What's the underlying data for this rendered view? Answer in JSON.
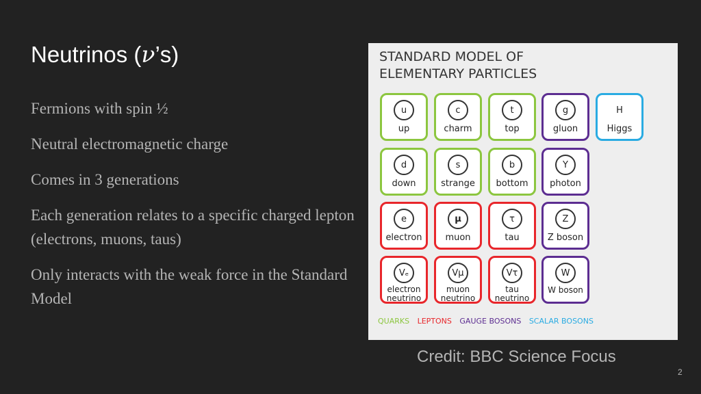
{
  "slide": {
    "title_main": "Neutrinos (",
    "title_symbol": "ν",
    "title_end": "’s)",
    "bullets": [
      "Fermions with spin ½",
      "Neutral electromagnetic charge",
      "Comes in 3 generations",
      "Each generation relates to a specific charged lepton (electrons, muons, taus)",
      "Only interacts with the weak force in the Standard Model"
    ],
    "credit": "Credit: BBC Science Focus",
    "page_number": "2"
  },
  "figure": {
    "title_line1": "STANDARD MODEL OF",
    "title_line2": "ELEMENTARY PARTICLES",
    "particles": {
      "up": {
        "symbol": "u",
        "name": "up"
      },
      "charm": {
        "symbol": "c",
        "name": "charm"
      },
      "top": {
        "symbol": "t",
        "name": "top"
      },
      "gluon": {
        "symbol": "g",
        "name": "gluon"
      },
      "higgs": {
        "symbol": "H",
        "name": "Higgs"
      },
      "down": {
        "symbol": "d",
        "name": "down"
      },
      "strange": {
        "symbol": "s",
        "name": "strange"
      },
      "bottom": {
        "symbol": "b",
        "name": "bottom"
      },
      "photon": {
        "symbol": "Y",
        "name": "photon"
      },
      "electron": {
        "symbol": "e",
        "name": "electron"
      },
      "muon": {
        "symbol": "μ",
        "name": "muon"
      },
      "tau": {
        "symbol": "τ",
        "name": "tau"
      },
      "zboson": {
        "symbol": "Z",
        "name": "Z boson"
      },
      "e_neutrino": {
        "symbol": "Vₑ",
        "name1": "electron",
        "name2": "neutrino"
      },
      "mu_neutrino": {
        "symbol": "Vμ",
        "name1": "muon",
        "name2": "neutrino"
      },
      "tau_neutrino": {
        "symbol": "Vτ",
        "name1": "tau",
        "name2": "neutrino"
      },
      "wboson": {
        "symbol": "W",
        "name": "W boson"
      }
    },
    "legend": {
      "quarks": "QUARKS",
      "leptons": "LEPTONS",
      "gauge": "GAUGE BOSONS",
      "scalar": "SCALAR BOSONS"
    },
    "colors": {
      "quarks": "#8cc63f",
      "leptons": "#e8262b",
      "gauge": "#5c2d91",
      "scalar": "#29abe2"
    }
  }
}
